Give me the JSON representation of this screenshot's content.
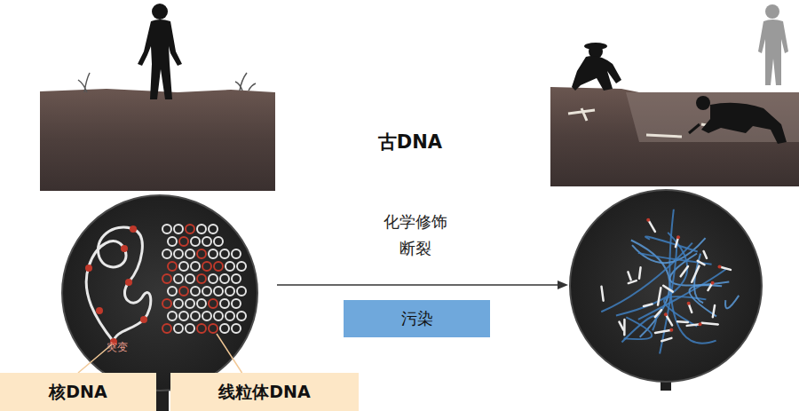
{
  "diagram": {
    "title": "古DNA",
    "nodes": [
      {
        "text": [
          "突变"
        ]
      },
      {
        "text": [
          "核DNA"
        ]
      },
      {
        "text": [
          "线粒体DNA"
        ]
      },
      {
        "text": [
          "污染"
        ]
      }
    ],
    "edges": [
      {
        "from": 1,
        "to": 0,
        "arrow": "none"
      },
      {
        "from": 2,
        "to": 0,
        "arrow": "none"
      }
    ],
    "labels": [
      "化学修饰",
      "断裂"
    ]
  }
}
